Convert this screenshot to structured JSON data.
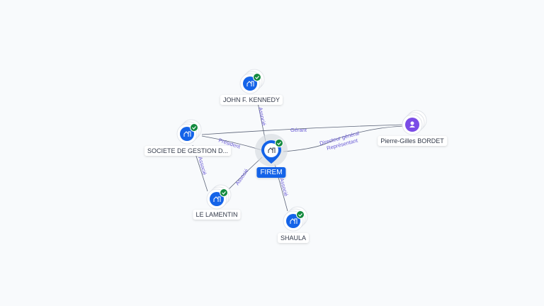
{
  "nodes": {
    "jfk": {
      "label": "JOHN F. KENNEDY",
      "type": "company",
      "verified": true
    },
    "societe": {
      "label": "SOCIETE DE GESTION D...",
      "type": "company",
      "verified": true
    },
    "firem": {
      "label": "FIREM",
      "type": "company",
      "verified": true,
      "focus": true
    },
    "bordet": {
      "label": "Pierre-Gilles BORDET",
      "type": "person"
    },
    "lamentin": {
      "label": "LE LAMENTIN",
      "type": "company",
      "verified": true
    },
    "shaula": {
      "label": "SHAULA",
      "type": "company",
      "verified": true
    }
  },
  "edges": {
    "gerant": "Gérant",
    "directeur": "Directeur général",
    "representant": "Représentant",
    "president": "Président",
    "associe_jfk": "Associé",
    "associe_societe": "Associé",
    "associe_lamentin": "Associé",
    "associe_shaula": "Associé"
  },
  "colors": {
    "company": "#1463e8",
    "person": "#7b4ce6",
    "verified": "#138a3e",
    "edge": "#5c6478",
    "edge_label": "#6a5bd6"
  }
}
